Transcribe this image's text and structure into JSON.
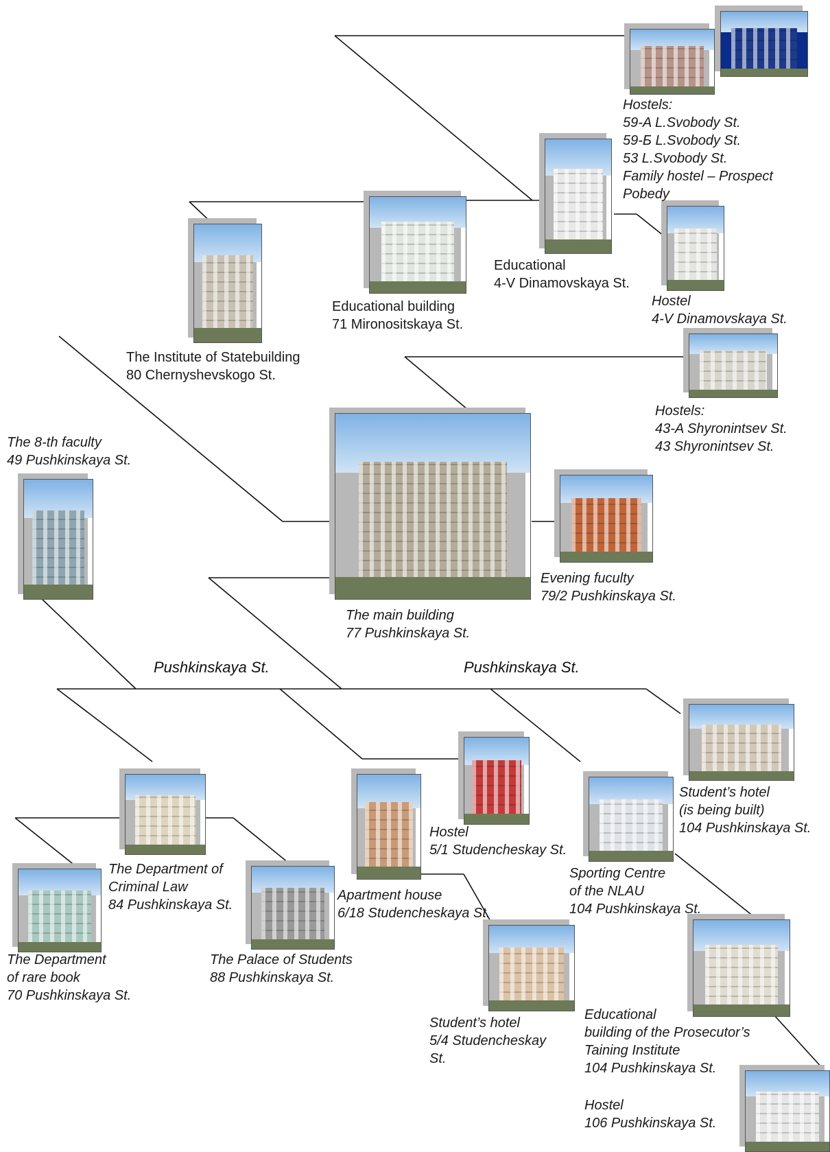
{
  "streets": [
    "Pushkinskaya St.",
    "Pushkinskaya St."
  ],
  "places": {
    "hostels_svobody": {
      "lines": [
        "Hostels:",
        "59-A L.Svobody St.",
        "59-Б L.Svobody St.",
        "53 L.Svobody St.",
        "Family hostel – Prospect",
        "Pobedy"
      ]
    },
    "educational_dinamovskaya": {
      "lines": [
        "Educational",
        "4-V Dinamovskaya St."
      ]
    },
    "hostel_dinamovskaya": {
      "lines": [
        "Hostel",
        "4-V Dinamovskaya St."
      ]
    },
    "educational_mironositskaya": {
      "lines": [
        "Educational building",
        "71 Mironositskaya St."
      ]
    },
    "institute_statebuilding": {
      "lines": [
        "The Institute of Statebuilding",
        "80 Chernyshevskogo St."
      ]
    },
    "hostels_shyronintsev": {
      "lines": [
        "Hostels:",
        "43-A Shyronintsev St.",
        "43 Shyronintsev St."
      ]
    },
    "eighth_faculty": {
      "lines": [
        "The 8-th faculty",
        "49 Pushkinskaya St."
      ]
    },
    "evening_faculty": {
      "lines": [
        "Evening fuculty",
        "79/2 Pushkinskaya St."
      ]
    },
    "main_building": {
      "lines": [
        "The main building",
        "77 Pushkinskaya St."
      ]
    },
    "students_hotel_104": {
      "lines": [
        "Student’s hotel",
        "(is being built)",
        "104 Pushkinskaya St."
      ]
    },
    "hostel_studencheskay": {
      "lines": [
        "Hostel",
        "5/1 Studencheskay St."
      ]
    },
    "sporting_centre": {
      "lines": [
        "Sporting Centre",
        "of the NLAU",
        "104 Pushkinskaya St."
      ]
    },
    "dept_criminal_law": {
      "lines": [
        "The Department of",
        "Criminal Law",
        "84 Pushkinskaya St."
      ]
    },
    "apartment_house": {
      "lines": [
        "Apartment house",
        "6/18 Studencheskaya St."
      ]
    },
    "dept_rare_book": {
      "lines": [
        "The Department",
        "of rare book",
        "70 Pushkinskaya St."
      ]
    },
    "palace_students": {
      "lines": [
        "The Palace of Students",
        "88 Pushkinskaya St."
      ]
    },
    "students_hotel_studencheskay": {
      "lines": [
        "Student’s hotel",
        "5/4 Studencheskay",
        "St."
      ]
    },
    "prosecutor_institute": {
      "lines": [
        "Educational",
        "building of the Prosecutor’s",
        "Taining Institute",
        "104 Pushkinskaya St."
      ]
    },
    "hostel_106": {
      "lines": [
        "Hostel",
        "106 Pushkinskaya St."
      ]
    }
  }
}
